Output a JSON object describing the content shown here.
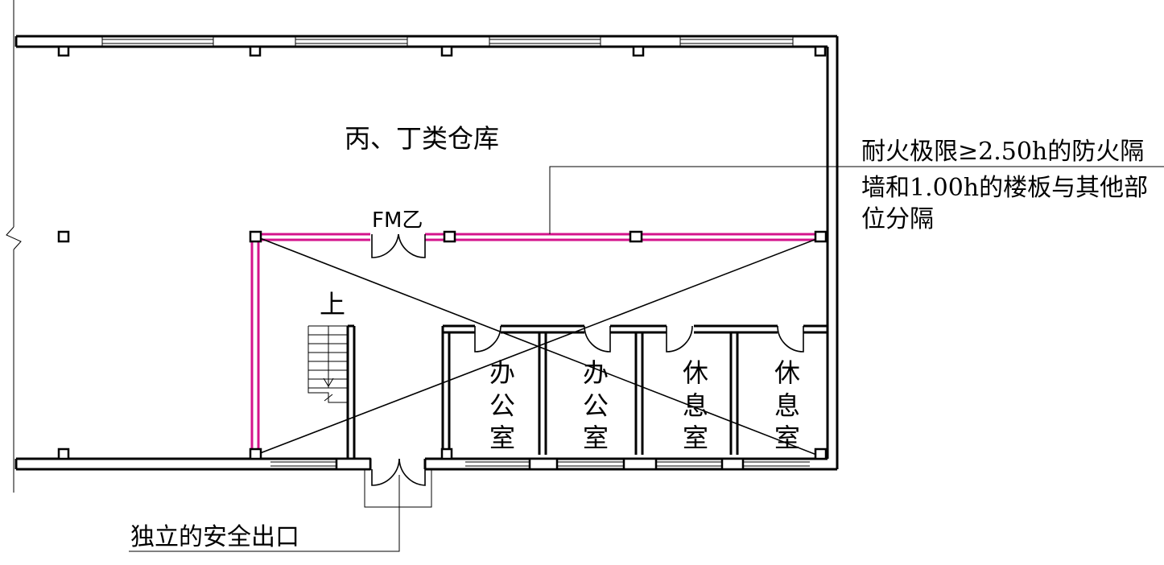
{
  "labels": {
    "warehouse": "丙、丁类仓库",
    "door_code": "FM乙",
    "stair_up": "上",
    "exit": "独立的安全出口",
    "note_line1": "耐火极限≥2.50h的防火隔",
    "note_line2": "墙和1.00h的楼板与其他部",
    "note_line3": "位分隔"
  },
  "rooms": [
    {
      "chars": [
        "办",
        "公",
        "室"
      ]
    },
    {
      "chars": [
        "办",
        "公",
        "室"
      ]
    },
    {
      "chars": [
        "休",
        "息",
        "室"
      ]
    },
    {
      "chars": [
        "休",
        "息",
        "室"
      ]
    }
  ],
  "colors": {
    "fire_wall": "#d4148c",
    "line": "#000000"
  }
}
